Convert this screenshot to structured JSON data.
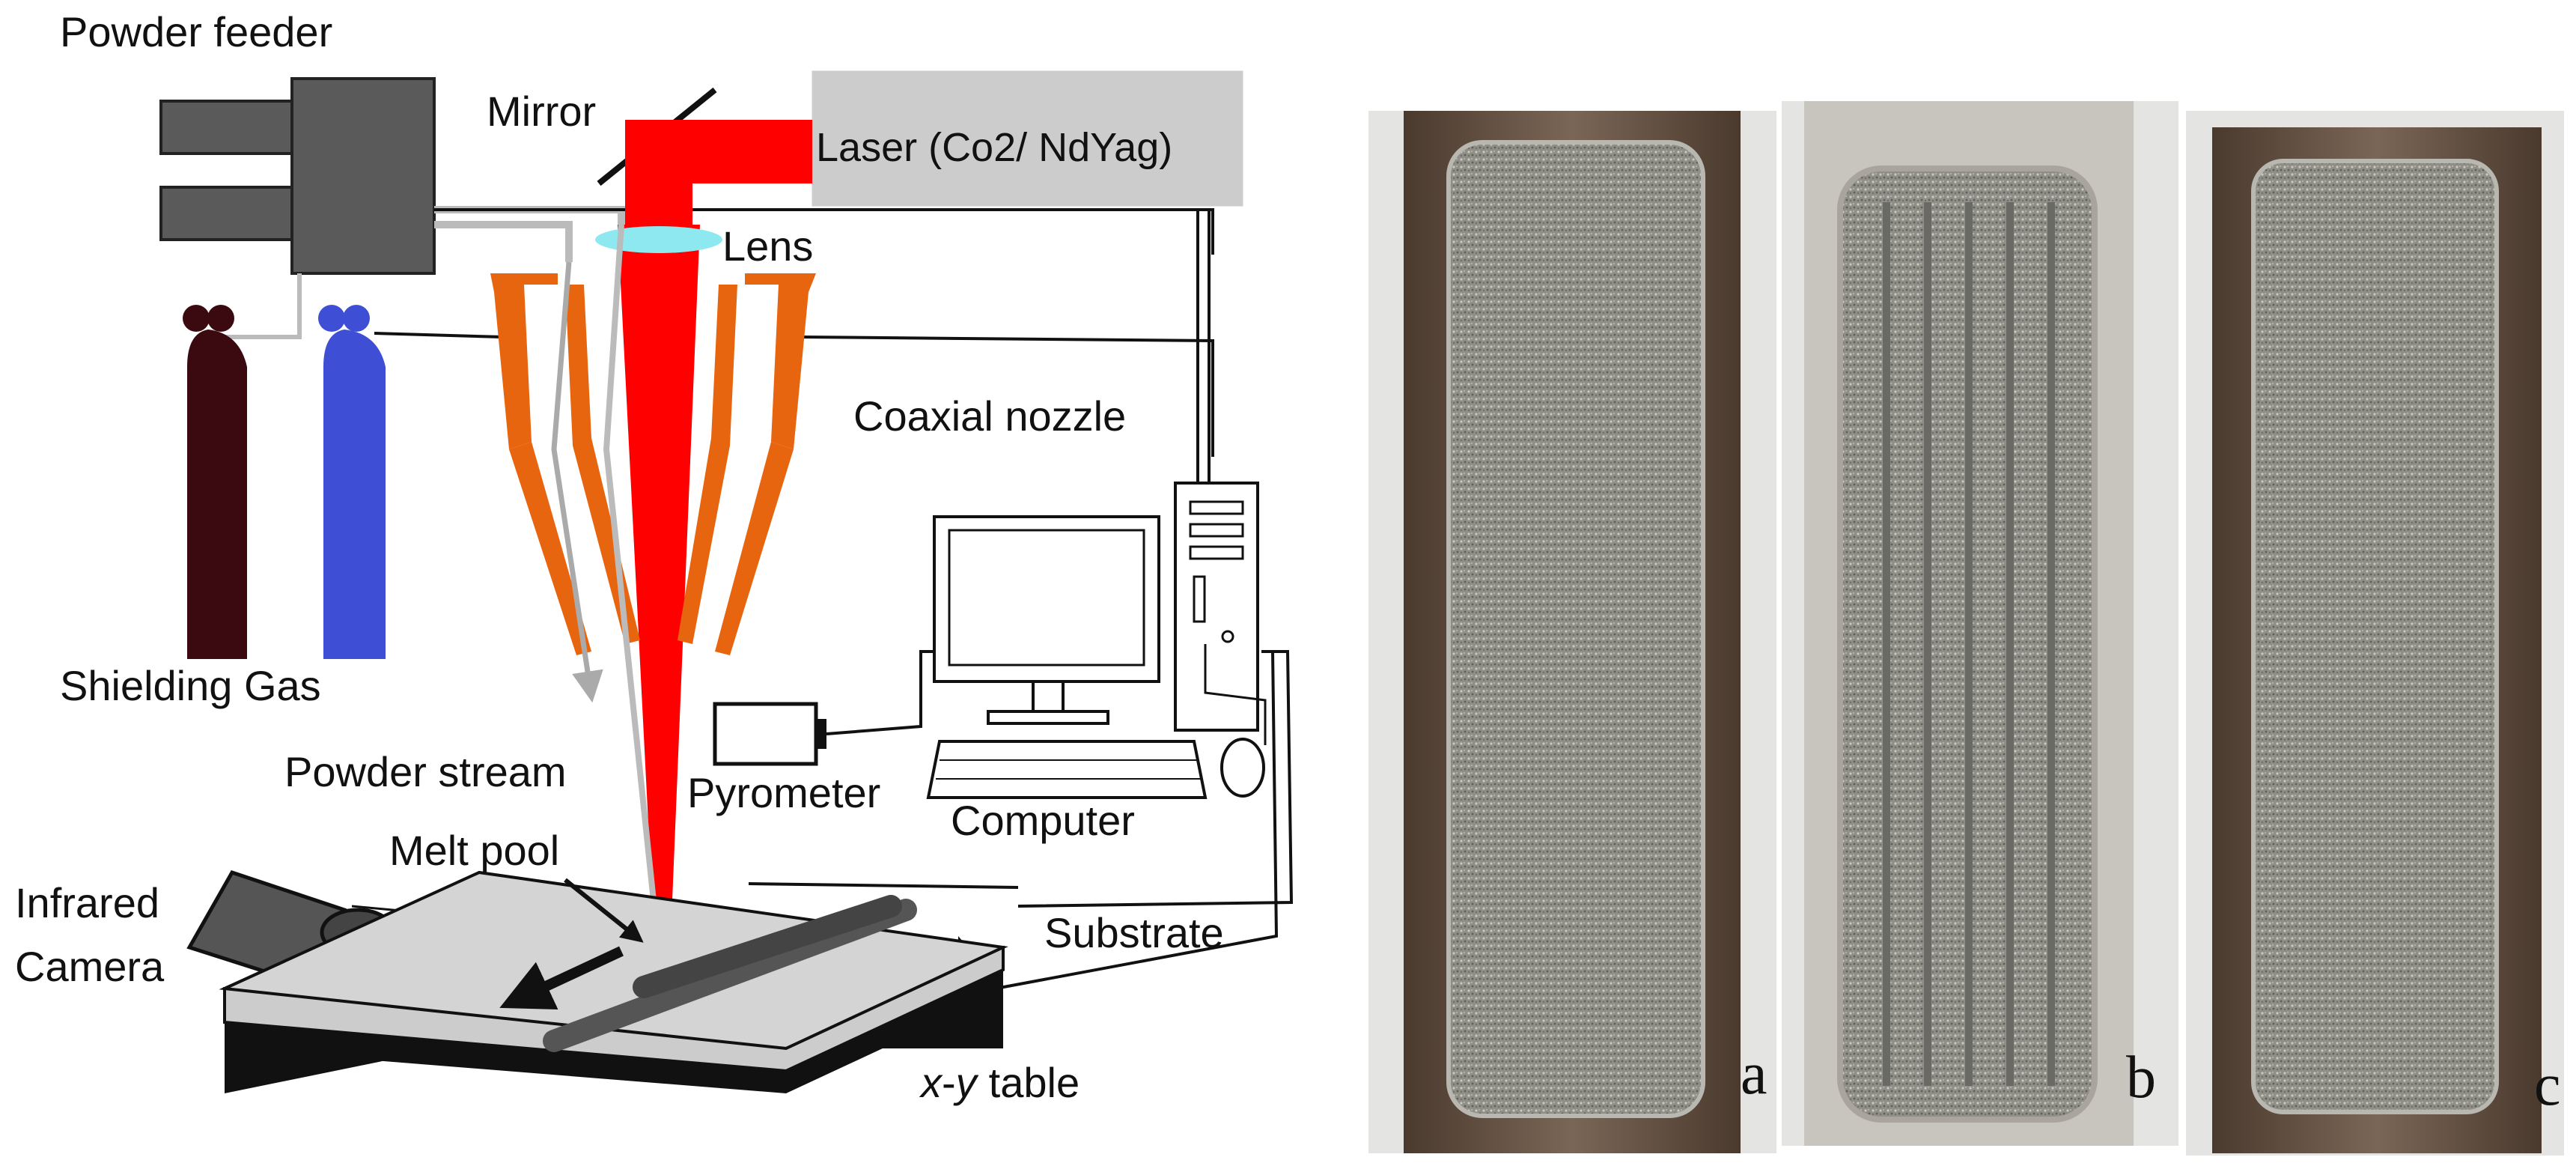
{
  "schematic": {
    "labels": {
      "powder_feeder": "Powder feeder",
      "mirror": "Mirror",
      "laser": "Laser (Co2/ NdYag)",
      "lens": "Lens",
      "coaxial_nozzle": "Coaxial nozzle",
      "shielding_gas": "Shielding Gas",
      "powder_stream": "Powder stream",
      "pyrometer": "Pyrometer",
      "computer": "Computer",
      "melt_pool": "Melt pool",
      "infrared": "Infrared",
      "camera": "Camera",
      "substrate": "Substrate",
      "xy_x": "x",
      "xy_dash": "-",
      "xy_y": "y",
      "xy_table": "table"
    },
    "colors": {
      "laser_beam": "#ff0000",
      "lens": "#8ee8f0",
      "nozzle": "#e8650f",
      "gas_cylinder_dark": "#3a0a10",
      "gas_cylinder_blue": "#3e4fd6",
      "feeder_box": "#5a5a5a",
      "laser_box": "#cccccc"
    }
  },
  "photos": {
    "items": [
      {
        "label": "a"
      },
      {
        "label": "b"
      },
      {
        "label": "c"
      }
    ]
  }
}
